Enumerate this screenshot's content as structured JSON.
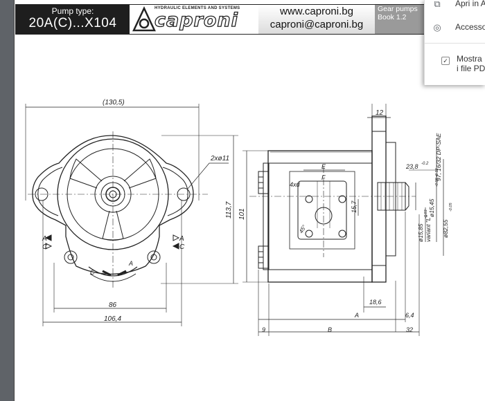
{
  "header": {
    "pump_type_label": "Pump type:",
    "pump_type_value": "20A(C)...X104",
    "logo_tagline": "HYDRAULIC ELEMENTS AND SYSTEMS",
    "logo_word": "caproni",
    "website": "www.caproni.bg",
    "email": "caproni@caproni.bg",
    "book_line1": "Gear pumps",
    "book_line2": "Book 1.2"
  },
  "menu": {
    "open_in_app": "Apri in A",
    "accessibility": "Accesso",
    "show_pdf_line1": "Mostra",
    "show_pdf_line2": "i file PD",
    "show_pdf_checked": true,
    "icons": [
      "open-external-icon",
      "globe-icon",
      "checkbox-icon"
    ]
  },
  "drawing": {
    "front": {
      "dim_width_top": "(130,5)",
      "dim_holes": "2xø11",
      "dim_height": "113,7",
      "dim_86": "86",
      "dim_106": "106,4",
      "port_left_a": "A",
      "port_left_c": "C",
      "port_right_a": "A",
      "port_right_c": "C",
      "rot_a": "A",
      "rot_c": "C"
    },
    "side": {
      "dim_12": "12",
      "dim_101": "101",
      "dim_E": "E",
      "dim_F": "F",
      "dim_4xd": "4xd",
      "dim_157": "15,7",
      "dim_angle": "45°",
      "dim_238": "23,8",
      "dim_238_tol": "-0.2",
      "dim_thread": "97, 16/32 DP-SAE",
      "dim_1545": "ø15,45",
      "dim_1545_tol": "-0.08 -0.12",
      "dim_8255": "ø82,55",
      "dim_8255_tol": "-0.05",
      "dim_1585": "ø15,85",
      "dim_1585_tol": "-0.03",
      "dim_variant": "variant \"L\"",
      "dim_186": "18,6",
      "dim_A": "A",
      "dim_64": "6,4",
      "dim_9": "9",
      "dim_B": "B",
      "dim_32": "32"
    }
  }
}
